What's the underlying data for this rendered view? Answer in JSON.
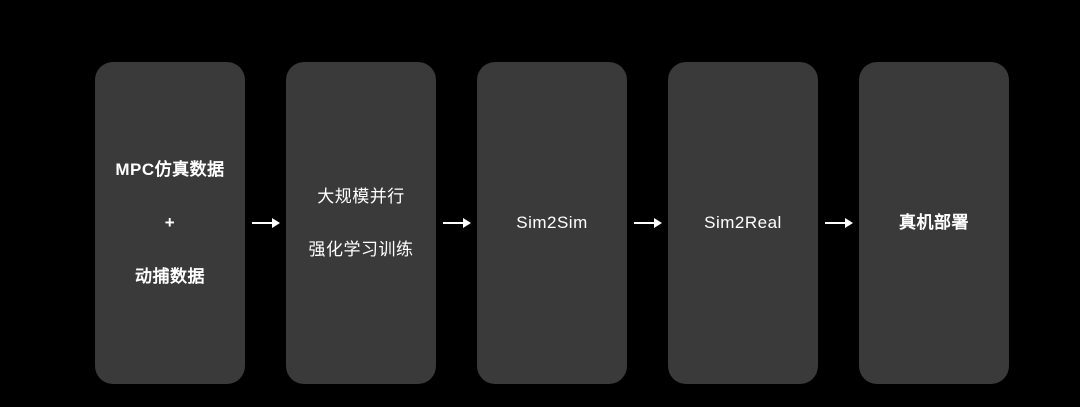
{
  "diagram": {
    "type": "flowchart",
    "direction": "left-to-right",
    "colors": {
      "background": "#000000",
      "node-fill": "#3a3a3a",
      "text-color": "#ffffff",
      "arrow-color": "#ffffff"
    },
    "nodes": [
      {
        "id": "mpc-data",
        "lines": [
          "MPC仿真数据",
          "+",
          "动捕数据"
        ],
        "bold": true
      },
      {
        "id": "rl-training",
        "lines": [
          "大规模并行",
          "强化学习训练"
        ],
        "bold": false
      },
      {
        "id": "sim2sim",
        "lines": [
          "Sim2Sim"
        ],
        "bold": false
      },
      {
        "id": "sim2real",
        "lines": [
          "Sim2Real"
        ],
        "bold": false
      },
      {
        "id": "deployment",
        "lines": [
          "真机部署"
        ],
        "bold": true
      }
    ],
    "connections": [
      {
        "from": "mpc-data",
        "to": "rl-training"
      },
      {
        "from": "rl-training",
        "to": "sim2sim"
      },
      {
        "from": "sim2sim",
        "to": "sim2real"
      },
      {
        "from": "sim2real",
        "to": "deployment"
      }
    ]
  }
}
